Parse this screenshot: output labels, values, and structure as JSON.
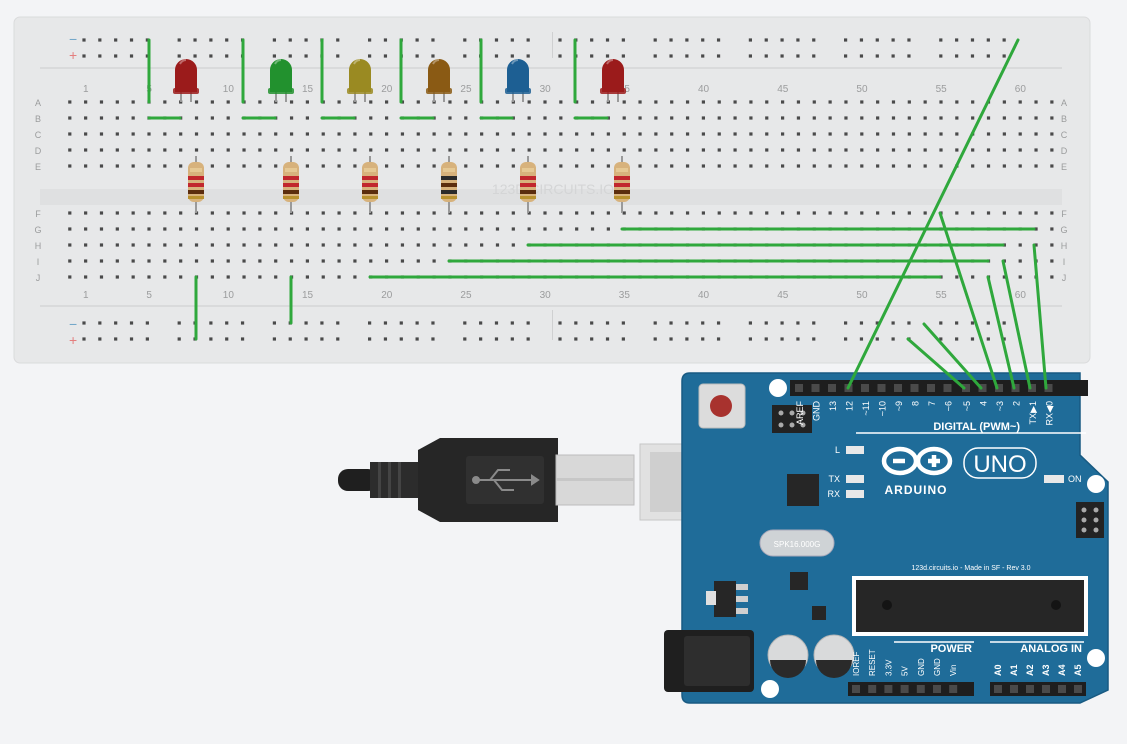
{
  "breadboard": {
    "watermark": "123D CIRCUITS.IO",
    "column_numbers": [
      "1",
      "5",
      "10",
      "15",
      "20",
      "25",
      "30",
      "35",
      "40",
      "45",
      "50",
      "55",
      "60"
    ],
    "row_letters_top": [
      "A",
      "B",
      "C",
      "D",
      "E"
    ],
    "row_letters_bottom": [
      "F",
      "G",
      "H",
      "I",
      "J"
    ],
    "rail_minus": "−",
    "rail_plus": "+",
    "leds": [
      {
        "color_name": "red",
        "color": "#9b1b1b"
      },
      {
        "color_name": "green",
        "color": "#22912e"
      },
      {
        "color_name": "yellow",
        "color": "#9a8a22"
      },
      {
        "color_name": "orange",
        "color": "#8a5a14"
      },
      {
        "color_name": "blue",
        "color": "#1d5f93"
      },
      {
        "color_name": "red",
        "color": "#9b1b1b"
      }
    ]
  },
  "arduino": {
    "logo_text": "ARDUINO",
    "model": "UNO",
    "on_label": "ON",
    "l_label": "L",
    "tx_label": "TX",
    "rx_label": "RX",
    "digital_label": "DIGITAL (PWM~)",
    "digital_pins": [
      "AREF",
      "GND",
      "13",
      "12",
      "~11",
      "~10",
      "~9",
      "8",
      "7",
      "~6",
      "~5",
      "4",
      "~3",
      "2",
      "TX▶1",
      "RX◀0"
    ],
    "power_label": "POWER",
    "power_pins": [
      "IOREF",
      "RESET",
      "3.3V",
      "5V",
      "GND",
      "GND",
      "Vin"
    ],
    "analog_label": "ANALOG IN",
    "analog_pins": [
      "A0",
      "A1",
      "A2",
      "A3",
      "A4",
      "A5"
    ],
    "crystal_label": "SPK16.000G",
    "board_text": "123d.circuits.io - Made in SF - Rev 3.0"
  },
  "colors": {
    "board_blue": "#1f6c99",
    "wire_green": "#2fa83c",
    "breadboard": "#e7e8e9"
  }
}
